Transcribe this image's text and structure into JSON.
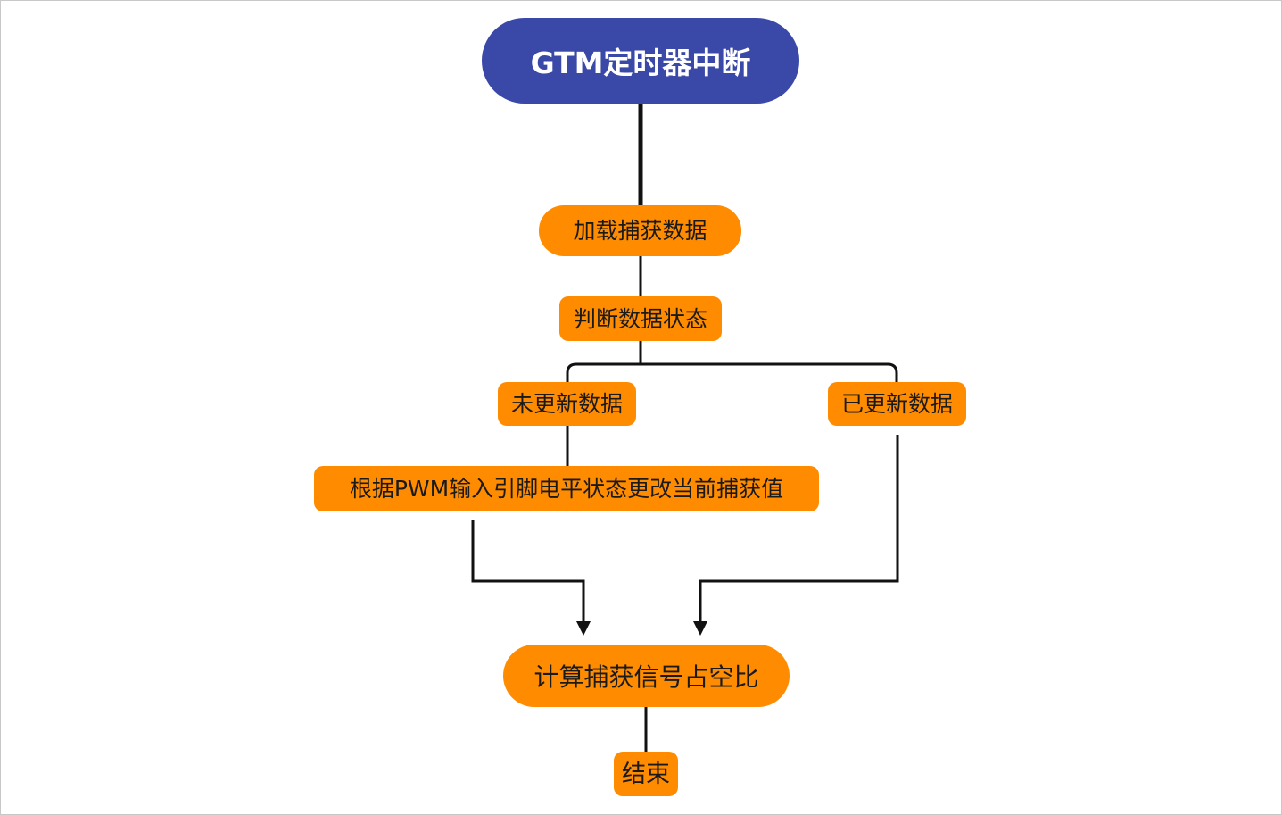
{
  "diagram": {
    "type": "flowchart",
    "colors": {
      "start_fill": "#3a48a8",
      "start_text": "#ffffff",
      "node_fill": "#ff8c00",
      "node_text": "#1a1a1a",
      "connector": "#111111"
    },
    "nodes": {
      "start": "GTM定时器中断",
      "load": "加载捕获数据",
      "judge": "判断数据状态",
      "not_updated": "未更新数据",
      "updated": "已更新数据",
      "change": "根据PWM输入引脚电平状态更改当前捕获值",
      "calc": "计算捕获信号占空比",
      "end": "结束"
    }
  }
}
